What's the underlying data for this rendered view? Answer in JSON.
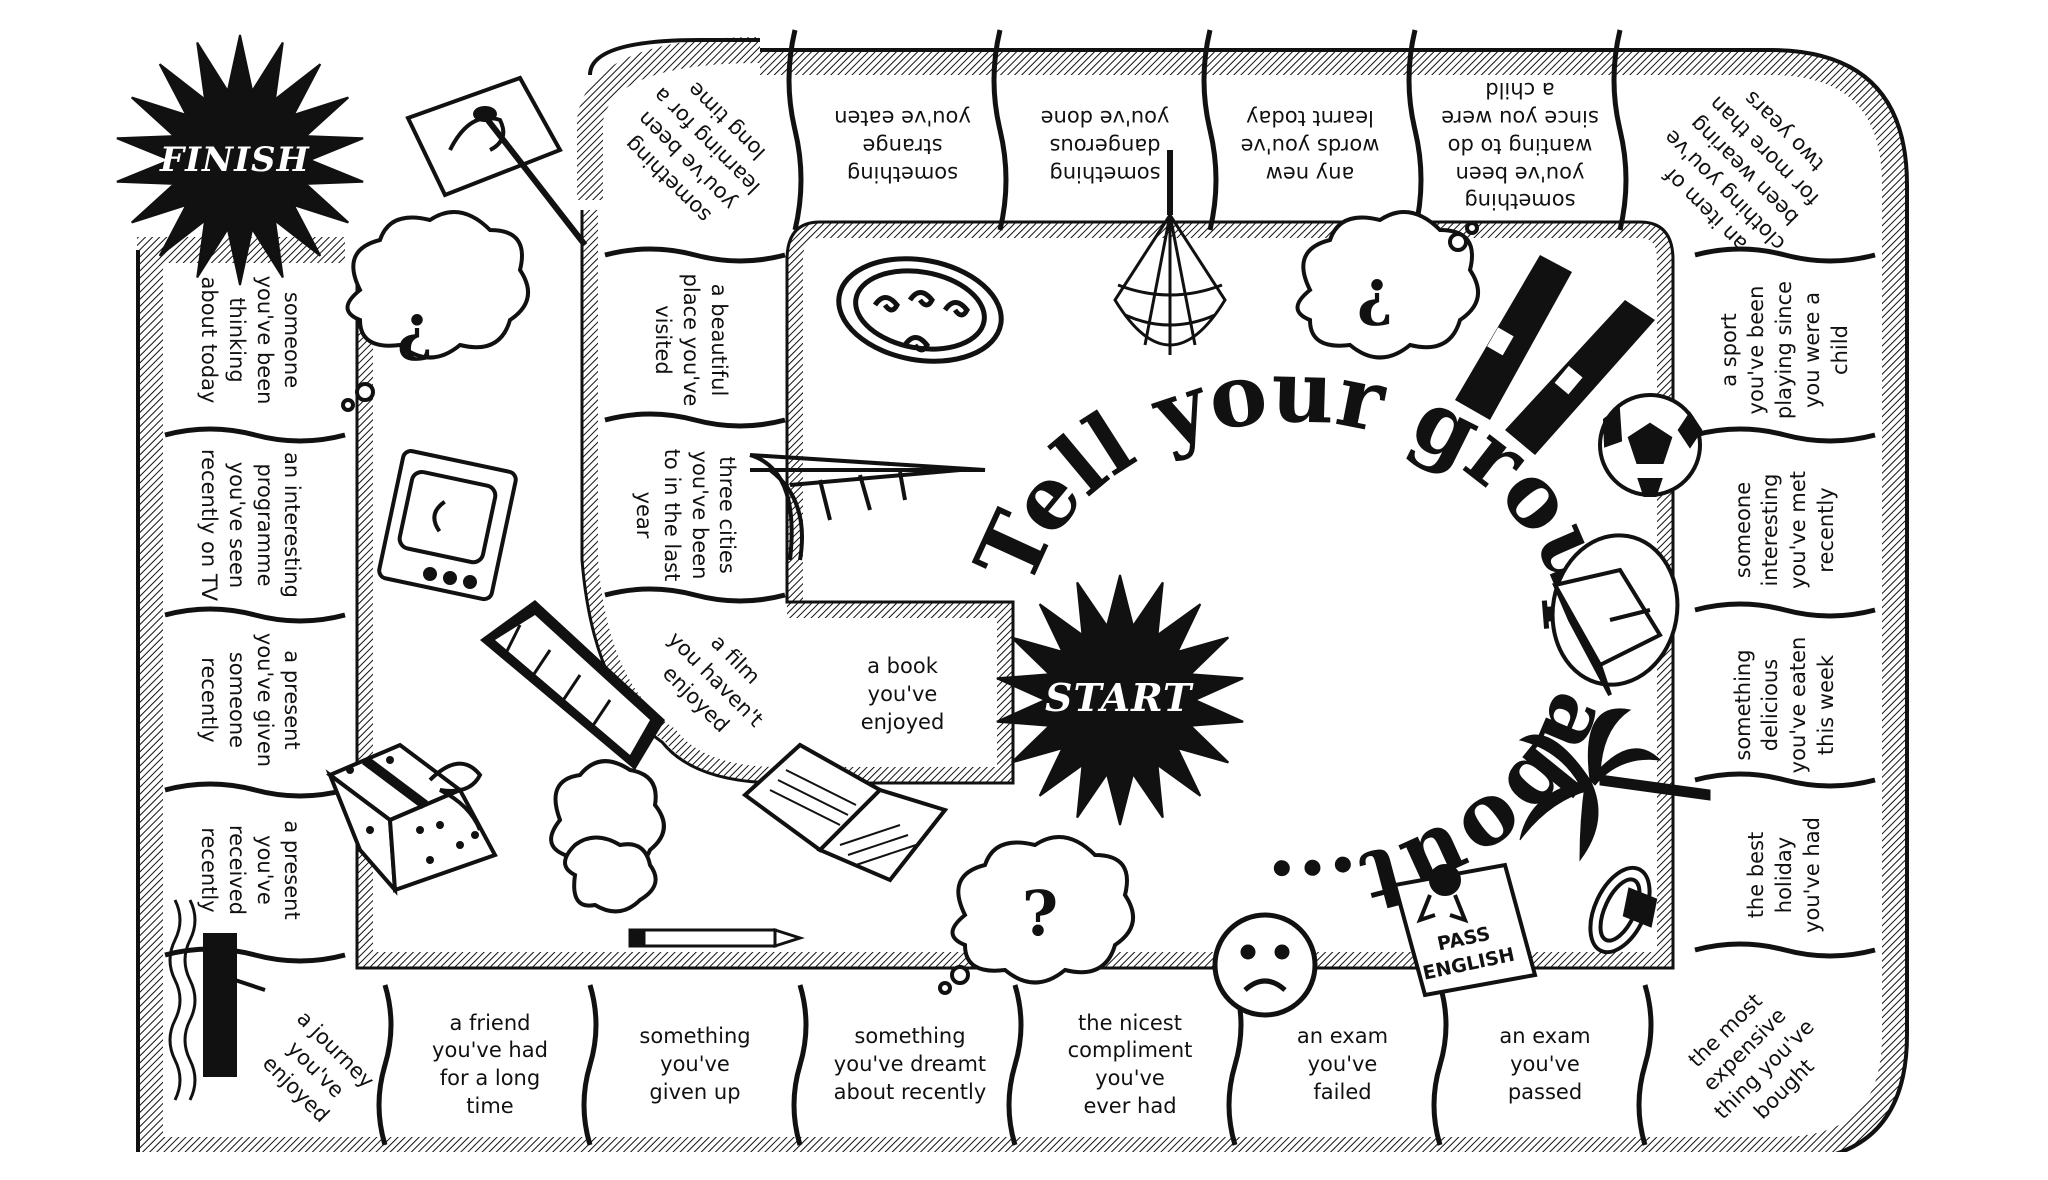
{
  "title": "Tell your group about...",
  "start_label": "START",
  "finish_label": "FINISH",
  "icons": [
    "finish-burst-icon",
    "start-burst-icon",
    "paintbrush-canvas-icon",
    "thought-bubble-icon",
    "tv-icon",
    "film-strip-icon",
    "gift-box-icon",
    "cloud-icon",
    "pencil-icon",
    "eiffel-tower-icon",
    "painting-icon",
    "chandelier-icon",
    "trousers-icon",
    "football-icon",
    "cake-icon",
    "palm-tree-icon",
    "ring-icon",
    "pass-english-certificate-icon",
    "sad-face-icon",
    "open-book-icon",
    "ship-icon"
  ],
  "certificate_text": "PASS\nENGLISH",
  "question_mark": "?",
  "squares": {
    "bottom": [
      "the most\nexpensive\nthing you've\nbought",
      "an exam\nyou've\npassed",
      "an exam\nyou've\nfailed",
      "the nicest\ncompliment\nyou've\never had",
      "something\nyou've dreamt\nabout recently",
      "something\nyou've\ngiven up",
      "a friend\nyou've had\nfor a long\ntime",
      "a journey\nyou've\nenjoyed"
    ],
    "right": [
      "the best\nholiday\nyou've had",
      "something\ndelicious\nyou've eaten\nthis week",
      "someone\ninteresting\nyou've met\nrecently",
      "a sport\nyou've been\nplaying since\nyou were a\nchild",
      "an item of\nclothing you've\nbeen wearing\nfor more than\ntwo years"
    ],
    "top": [
      "something\nyou've been\nwanting to do\nsince you were\na child",
      "any new\nwords you've\nlearnt today",
      "something\ndangerous\nyou've done",
      "something\nstrange\nyou've eaten",
      "something\nyou've been\nlearning for a\nlong time"
    ],
    "inner": [
      "a beautiful\nplace you've\nvisited",
      "three cities\nyou've been\nto in the last\nyear",
      "a film\nyou haven't\nenjoyed",
      "a book\nyou've\nenjoyed"
    ],
    "left": [
      "a present\nyou've\nreceived\nrecently",
      "a present\nyou've given\nsomeone\nrecently",
      "an interesting\nprogramme\nyou've seen\nrecently on TV",
      "someone\nyou've been\nthinking\nabout today"
    ]
  }
}
